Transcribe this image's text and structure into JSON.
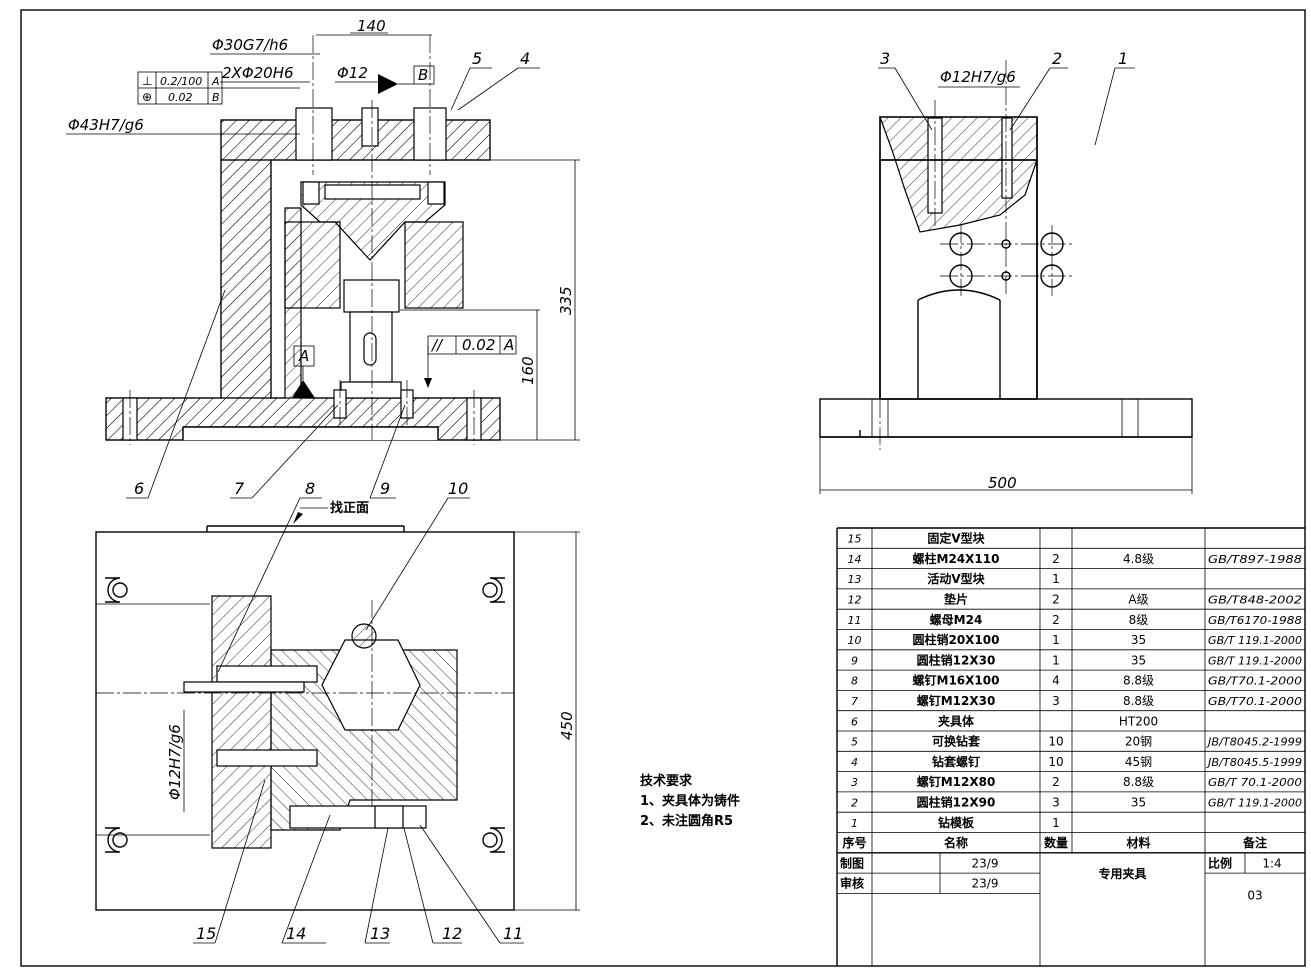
{
  "dims": {
    "d30": "Φ30G7/h6",
    "d140": "140",
    "d2x20": "2XΦ20H6",
    "d12": "Φ12",
    "datumB": "B",
    "fcf1_sym": "⊥",
    "fcf1_val": "0.2/100",
    "fcf1_ref": "A",
    "fcf2_sym": "⊕",
    "fcf2_val": "0.02",
    "fcf2_ref": "B",
    "d43": "Φ43H7/g6",
    "d335": "335",
    "d160": "160",
    "datumA": "A",
    "fcf3_sym": "//",
    "fcf3_val": "0.02",
    "fcf3_ref": "A",
    "d12side": "Φ12H7/g6",
    "d500": "500",
    "d450": "450",
    "d12plan": "Φ12H7/g6",
    "find_face": "找正面"
  },
  "callouts": [
    "1",
    "2",
    "3",
    "4",
    "5",
    "6",
    "7",
    "8",
    "9",
    "10",
    "11",
    "12",
    "13",
    "14",
    "15"
  ],
  "tech": {
    "title": "技术要求",
    "line1": "1、夹具体为铸件",
    "line2": "2、未注圆角R5"
  },
  "bom": [
    {
      "no": "15",
      "name": "固定V型块",
      "qty": "",
      "mat": "",
      "note": ""
    },
    {
      "no": "14",
      "name": "螺柱M24X110",
      "qty": "2",
      "mat": "4.8级",
      "note": "GB/T897-1988"
    },
    {
      "no": "13",
      "name": "活动V型块",
      "qty": "1",
      "mat": "",
      "note": ""
    },
    {
      "no": "12",
      "name": "垫片",
      "qty": "2",
      "mat": "A级",
      "note": "GB/T848-2002"
    },
    {
      "no": "11",
      "name": "螺母M24",
      "qty": "2",
      "mat": "8级",
      "note": "GB/T6170-1988"
    },
    {
      "no": "10",
      "name": "圆柱销20X100",
      "qty": "1",
      "mat": "35",
      "note": "GB/T 119.1-2000"
    },
    {
      "no": "9",
      "name": "圆柱销12X30",
      "qty": "1",
      "mat": "35",
      "note": "GB/T 119.1-2000"
    },
    {
      "no": "8",
      "name": "螺钉M16X100",
      "qty": "4",
      "mat": "8.8级",
      "note": "GB/T70.1-2000"
    },
    {
      "no": "7",
      "name": "螺钉M12X30",
      "qty": "3",
      "mat": "8.8级",
      "note": "GB/T70.1-2000"
    },
    {
      "no": "6",
      "name": "夹具体",
      "qty": "",
      "mat": "HT200",
      "note": ""
    },
    {
      "no": "5",
      "name": "可换钻套",
      "qty": "10",
      "mat": "20钢",
      "note": "JB/T8045.2-1999"
    },
    {
      "no": "4",
      "name": "钻套螺钉",
      "qty": "10",
      "mat": "45钢",
      "note": "JB/T8045.5-1999"
    },
    {
      "no": "3",
      "name": "螺钉M12X80",
      "qty": "2",
      "mat": "8.8级",
      "note": "GB/T 70.1-2000"
    },
    {
      "no": "2",
      "name": "圆柱销12X90",
      "qty": "3",
      "mat": "35",
      "note": "GB/T 119.1-2000"
    },
    {
      "no": "1",
      "name": "钻模板",
      "qty": "1",
      "mat": "",
      "note": ""
    }
  ],
  "bom_header": {
    "no": "序号",
    "name": "名称",
    "qty": "数量",
    "mat": "材料",
    "note": "备注"
  },
  "title_block": {
    "draw_label": "制图",
    "check_label": "审核",
    "draw_date": "23/9",
    "check_date": "23/9",
    "title": "专用夹具",
    "scale_label": "比例",
    "scale": "1:4",
    "sheet": "03"
  }
}
